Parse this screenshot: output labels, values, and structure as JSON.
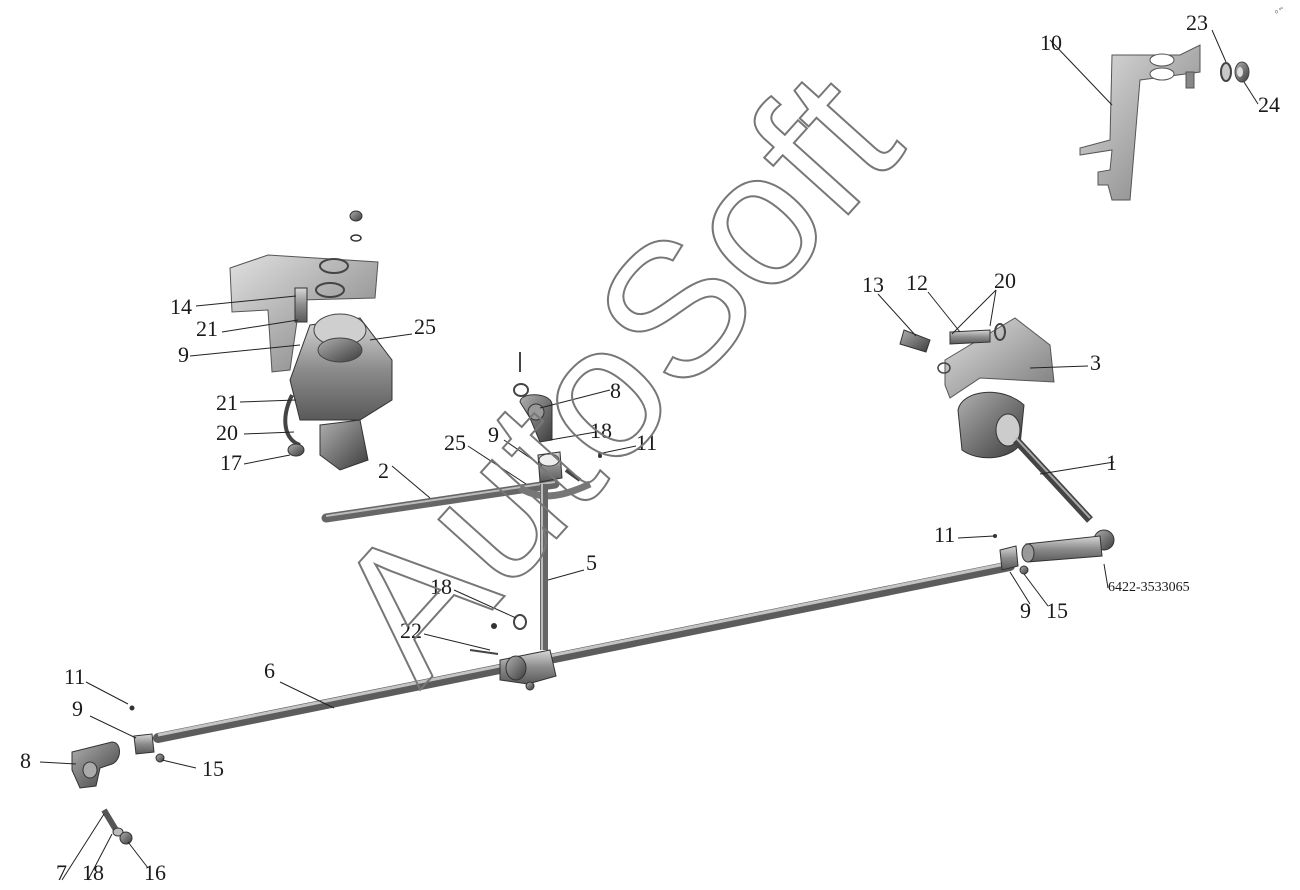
{
  "watermark": "AutoSoft",
  "part_number": "6422-3533065",
  "corner_mark": "ο ∞",
  "callouts": {
    "c1": "1",
    "c2": "2",
    "c3": "3",
    "c5": "5",
    "c6": "6",
    "c7": "7",
    "c8a": "8",
    "c8b": "8",
    "c9a": "9",
    "c9b": "9",
    "c9c": "9",
    "c9d": "9",
    "c10": "10",
    "c11a": "11",
    "c11b": "11",
    "c11c": "11",
    "c12": "12",
    "c13": "13",
    "c14": "14",
    "c15a": "15",
    "c15b": "15",
    "c16": "16",
    "c17": "17",
    "c18a": "18",
    "c18b": "18",
    "c18c": "18",
    "c20a": "20",
    "c20b": "20",
    "c21a": "21",
    "c21b": "21",
    "c22": "22",
    "c23": "23",
    "c24": "24",
    "c25a": "25",
    "c25b": "25"
  }
}
